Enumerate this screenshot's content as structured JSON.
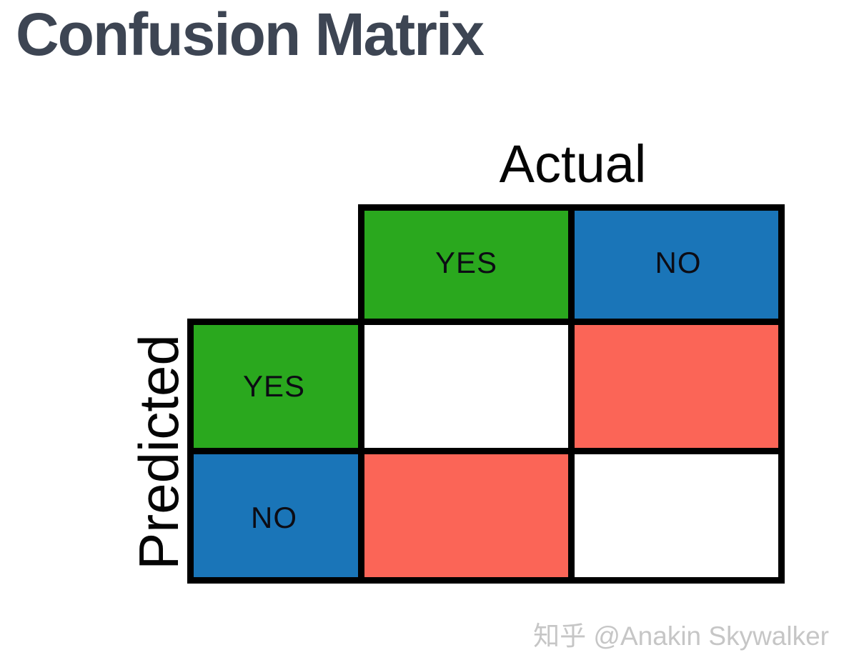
{
  "page": {
    "title": "Confusion Matrix",
    "watermark": "知乎 @Anakin Skywalker"
  },
  "matrix": {
    "axis_top_label": "Actual",
    "axis_left_label": "Predicted",
    "columns": [
      "YES",
      "NO"
    ],
    "rows": [
      "YES",
      "NO"
    ],
    "colors": {
      "yes": "#2aa81e",
      "no": "#1a75b8",
      "mismatch": "#fb6557",
      "match": "#ffffff",
      "border": "#000000",
      "title": "#3d4553",
      "watermark": "#c6c6c6"
    },
    "cells": [
      {
        "row": "YES",
        "col": "YES",
        "state": "match"
      },
      {
        "row": "YES",
        "col": "NO",
        "state": "mismatch"
      },
      {
        "row": "NO",
        "col": "YES",
        "state": "mismatch"
      },
      {
        "row": "NO",
        "col": "NO",
        "state": "match"
      }
    ]
  }
}
